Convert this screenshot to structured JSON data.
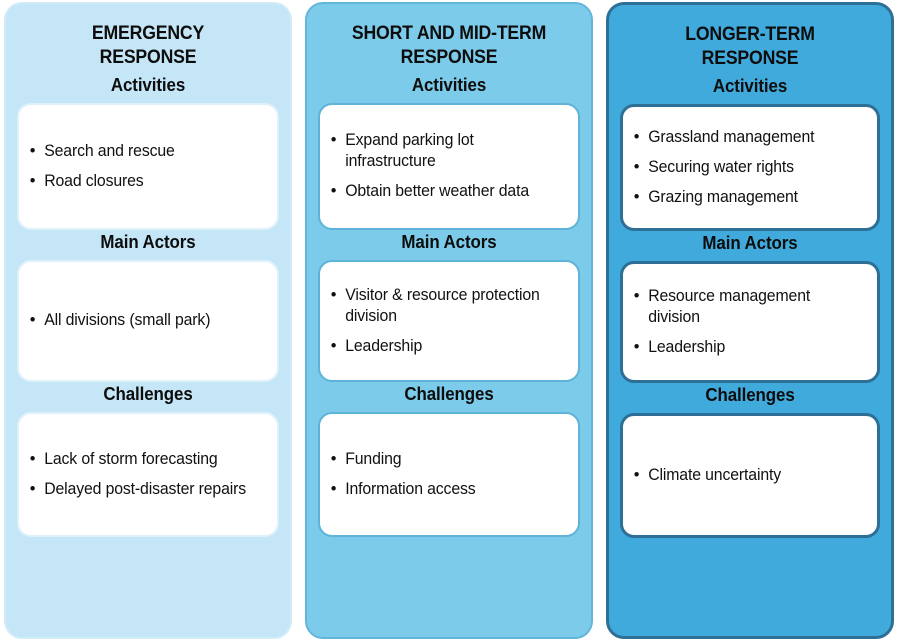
{
  "diagram": {
    "section_labels": {
      "activities": "Activities",
      "main_actors": "Main Actors",
      "challenges": "Challenges"
    },
    "columns": [
      {
        "title": "EMERGENCY\nRESPONSE",
        "fill_color": "#c5e6f7",
        "border_color": "#d0ecf9",
        "activities": [
          "Search and rescue",
          "Road closures"
        ],
        "main_actors": [
          "All divisions (small park)"
        ],
        "challenges": [
          "Lack of storm forecasting",
          "Delayed post-disaster repairs"
        ]
      },
      {
        "title": "SHORT AND MID-TERM\nRESPONSE",
        "fill_color": "#7ccbea",
        "border_color": "#63b6da",
        "activities": [
          "Expand parking lot infrastructure",
          "Obtain better weather data"
        ],
        "main_actors": [
          "Visitor & resource protection division",
          "Leadership"
        ],
        "challenges": [
          "Funding",
          "Information access"
        ]
      },
      {
        "title": "LONGER-TERM\nRESPONSE",
        "fill_color": "#41aadd",
        "border_color": "#2e6f96",
        "activities": [
          "Grassland management",
          "Securing water rights",
          "Grazing management"
        ],
        "main_actors": [
          "Resource management division",
          "Leadership"
        ],
        "challenges": [
          "Climate uncertainty"
        ]
      }
    ]
  }
}
